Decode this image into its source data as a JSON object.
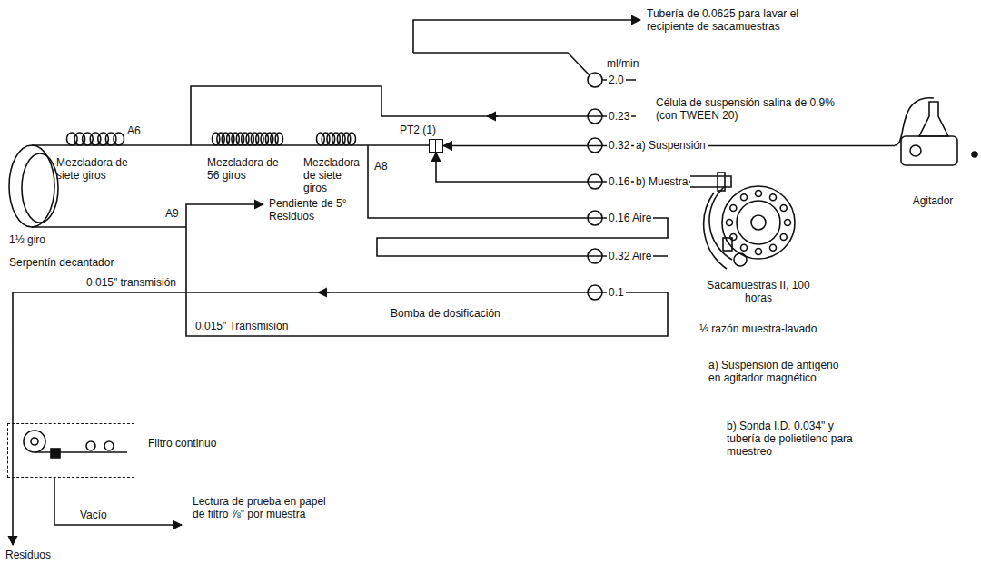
{
  "diagram": {
    "nodes": [
      {
        "text": [
          "PT2 (1)"
        ]
      },
      {
        "text": [
          "Agitador"
        ]
      },
      {
        "text": [
          "Sacamuestras II, 100 horas"
        ]
      },
      {
        "text": [
          "Filtro continuo"
        ]
      }
    ],
    "edges": [
      {
        "from": 1,
        "to": 0,
        "arrow": "to",
        "label": "a) Suspensión"
      },
      {
        "from": 2,
        "to": 0,
        "arrow": "to",
        "label": "b) Muestra"
      }
    ],
    "labels": [
      "Tubería de 0.0625 para lavar el recipiente de sacamuestras",
      "ml/min",
      "2.0",
      "Célula de suspensión salina de 0.9% (con TWEEN 20)",
      "0.23",
      "0.32",
      "0.16",
      "0.16 Aire",
      "0.32 Aire",
      "0.1",
      "A6",
      "Mezcladora de siete giros",
      "Mezcladora de 56 giros",
      "Mezcladora de siete giros",
      "A8",
      "A9",
      "Pendiente de 5° Residuos",
      "1½ giro",
      "Serpentín decantador",
      "0.015\" transmisión",
      "0.015\" Transmisión",
      "Bomba de dosificación",
      "⅓ razón muestra-lavado",
      "a) Suspensión de antígeno en agitador magnético",
      "b) Sonda I.D. 0.034\" y tubería de polietileno para muestreo",
      "Lectura de prueba en papel de filtro ⅞\" por muestra",
      "Vacío",
      "Residuos"
    ]
  }
}
